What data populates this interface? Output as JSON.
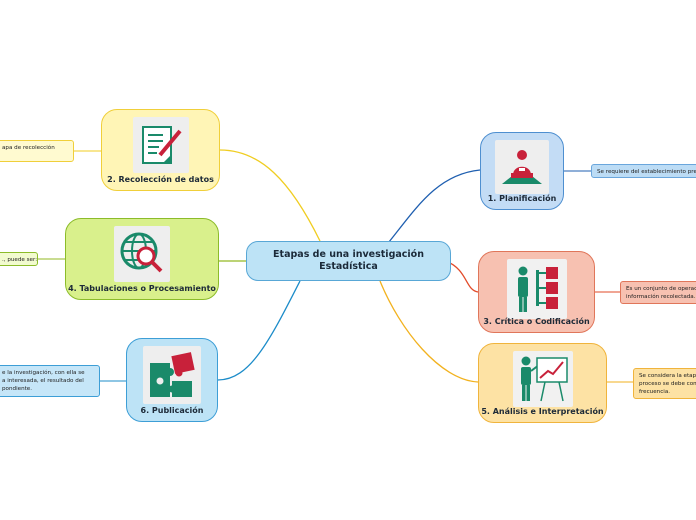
{
  "map": {
    "central": {
      "title": "Etapas de una investigación Estadística"
    },
    "topics": [
      {
        "id": "planificacion",
        "label": "1. Planificación",
        "icon": "presenter-desk-icon",
        "fill": "#c3dcf5",
        "border": "#4e8fd0",
        "line": "#1f5fb0"
      },
      {
        "id": "critica",
        "label": "3. Crítica o Codificación",
        "icon": "person-org-chart-icon",
        "fill": "#f7c1b1",
        "border": "#e0765a",
        "line": "#e24b2a"
      },
      {
        "id": "analisis",
        "label": "5. Análisis e Interpretación",
        "icon": "person-growth-chart-icon",
        "fill": "#fde2a4",
        "border": "#f0b43c",
        "line": "#f2b21f"
      },
      {
        "id": "recoleccion",
        "label": "2. Recolección de datos",
        "icon": "document-pen-icon",
        "fill": "#fff5b6",
        "border": "#f0cf3a",
        "line": "#f0cd21"
      },
      {
        "id": "tabulaciones",
        "label": "4. Tabulaciones o Procesamiento",
        "icon": "globe-search-icon",
        "fill": "#d9f08c",
        "border": "#8cbc2a",
        "line": "#93b923"
      },
      {
        "id": "publicacion",
        "label": "6. Publicación",
        "icon": "puzzle-icon",
        "fill": "#bde3f6",
        "border": "#3d9ed6",
        "line": "#1c8cc9"
      }
    ],
    "notes": [
      {
        "id": "planificacion-note",
        "lines": [
          "Se requiere del establecimiento previ"
        ],
        "fill": "#bcdcf5",
        "border": "#6aa6dc"
      },
      {
        "id": "critica-note",
        "lines": [
          "Es un conjunto de operac",
          "información recolectada."
        ],
        "fill": "#f7c1b1",
        "border": "#e0765a"
      },
      {
        "id": "analisis-note",
        "lines": [
          "Se considera la etapa",
          "proceso se debe com",
          "frecuencia."
        ],
        "fill": "#fde2a4",
        "border": "#f0b43c"
      },
      {
        "id": "recoleccion-note",
        "lines": [
          "apa de recolección"
        ],
        "fill": "#fffad0",
        "border": "#f0cf3a"
      },
      {
        "id": "tabulaciones-note",
        "lines": [
          "., puede ser:"
        ],
        "fill": "#f2fbcf",
        "border": "#8cbc2a"
      },
      {
        "id": "publicacion-note",
        "lines": [
          "e la investigación, con ella se",
          "a interesada, el resultado del",
          "pondiente."
        ],
        "fill": "#c6e6f8",
        "border": "#3d9ed6"
      }
    ]
  }
}
